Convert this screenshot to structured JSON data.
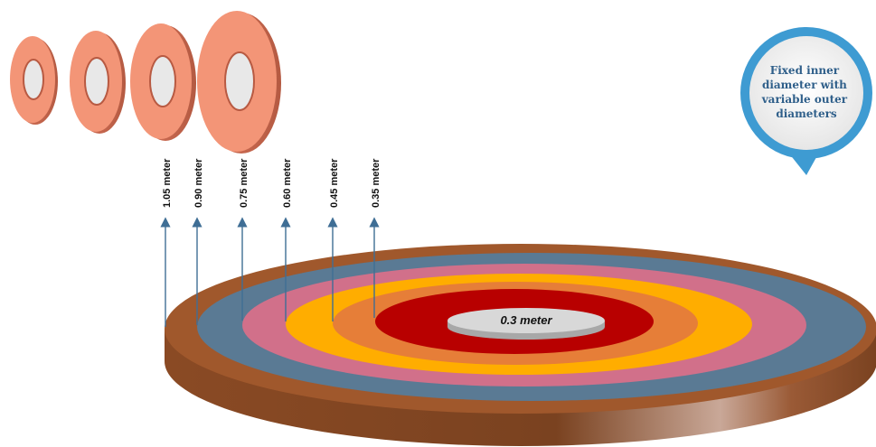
{
  "diagram": {
    "center_label": "0.3 meter",
    "callout": {
      "lines": [
        "Fixed inner",
        "diameter with",
        "variable outer",
        "diameters"
      ]
    },
    "diameter_labels": [
      "1.05 meter",
      "0.90 meter",
      "0.75 meter",
      "0.60 meter",
      "0.45 meter",
      "0.35 meter"
    ],
    "colors": {
      "ring_1": "#a0582c",
      "ring_2": "#5a7a94",
      "ring_3": "#d1708a",
      "ring_4": "#ffad00",
      "ring_5": "#e67e38",
      "ring_6": "#b80000",
      "core": "#d8d8d8",
      "arrow": "#3f6e95",
      "callout_border": "#3e9bd2",
      "washer": "#f39577"
    }
  }
}
